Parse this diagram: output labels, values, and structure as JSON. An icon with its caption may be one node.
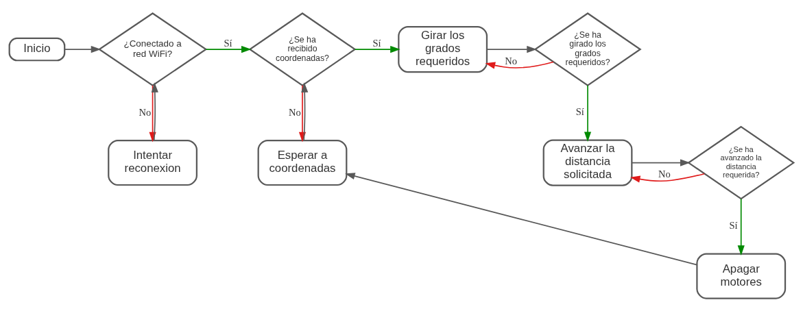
{
  "diagram": {
    "nodes": [
      {
        "text": [
          "Inicio"
        ]
      },
      {
        "text": [
          "¿Conectado a red WiFi?"
        ]
      },
      {
        "text": [
          "Intentar reconexion"
        ]
      },
      {
        "text": [
          "¿Se ha recibido coordenadas?"
        ]
      },
      {
        "text": [
          "Esperar a coordenadas"
        ]
      },
      {
        "text": [
          "Girar los grados requeridos"
        ]
      },
      {
        "text": [
          "¿Se ha girado los grados requeridos?"
        ]
      },
      {
        "text": [
          "Avanzar la distancia solicitada"
        ]
      },
      {
        "text": [
          "¿Se ha avanzado la distancia requerida?"
        ]
      },
      {
        "text": [
          "Apagar motores"
        ]
      }
    ],
    "edges": [
      {
        "from": 0,
        "to": 1,
        "arrow": "to"
      },
      {
        "from": 1,
        "to": 3,
        "arrow": "to",
        "label": "Sí",
        "color": "#008a00"
      },
      {
        "from": 1,
        "to": 2,
        "arrow": "to",
        "label": "No",
        "color": "#e01b1b"
      },
      {
        "from": 2,
        "to": 1,
        "arrow": "to"
      },
      {
        "from": 3,
        "to": 5,
        "arrow": "to",
        "label": "Sí",
        "color": "#008a00"
      },
      {
        "from": 3,
        "to": 4,
        "arrow": "to",
        "label": "No",
        "color": "#e01b1b"
      },
      {
        "from": 4,
        "to": 3,
        "arrow": "to"
      },
      {
        "from": 5,
        "to": 6,
        "arrow": "to"
      },
      {
        "from": 6,
        "to": 5,
        "arrow": "to",
        "label": "No",
        "color": "#e01b1b"
      },
      {
        "from": 6,
        "to": 7,
        "arrow": "to",
        "label": "Sí",
        "color": "#008a00"
      },
      {
        "from": 7,
        "to": 8,
        "arrow": "to"
      },
      {
        "from": 8,
        "to": 9,
        "arrow": "to",
        "label": "Sí",
        "color": "#008a00"
      },
      {
        "from": 8,
        "to": 7,
        "arrow": "to",
        "label": "No",
        "color": "#e01b1b"
      },
      {
        "from": 9,
        "to": 4,
        "arrow": "to"
      }
    ]
  }
}
